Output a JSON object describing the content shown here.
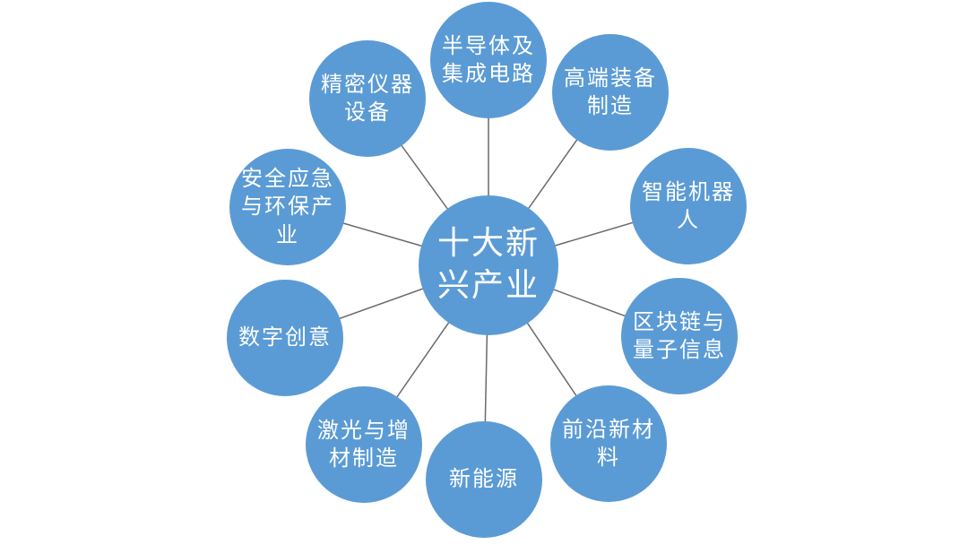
{
  "diagram": {
    "type": "radial-hub-spoke",
    "center": {
      "label": "十大新\n兴产业"
    },
    "nodes": [
      {
        "label": "半导体及\n集成电路"
      },
      {
        "label": "高端装备\n制造"
      },
      {
        "label": "智能机器\n人"
      },
      {
        "label": "区块链与\n量子信息"
      },
      {
        "label": "前沿新材\n料"
      },
      {
        "label": "新能源"
      },
      {
        "label": "激光与增\n材制造"
      },
      {
        "label": "数字创意"
      },
      {
        "label": "安全应急\n与环保产\n业"
      },
      {
        "label": "精密仪器\n设备"
      }
    ],
    "colors": {
      "circle_fill": "#5B9BD5",
      "text": "#FFFFFF",
      "connector": "#6A6A6A",
      "background": "#FFFFFF"
    }
  }
}
